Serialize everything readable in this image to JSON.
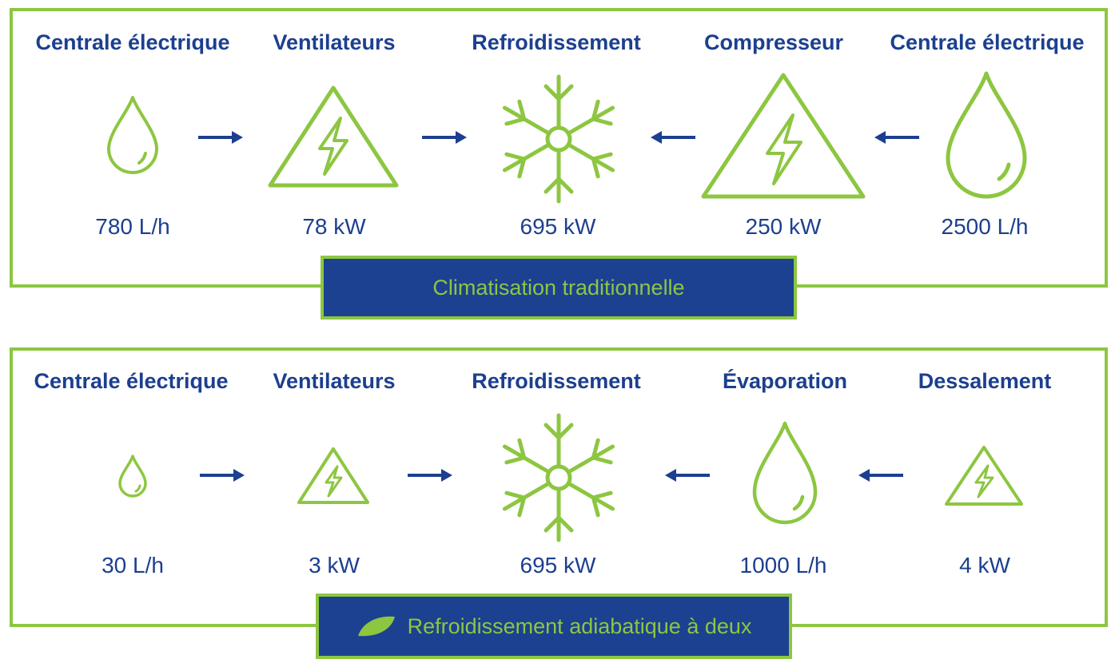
{
  "colors": {
    "green": "#8dc641",
    "blue": "#1c3f8f",
    "banner_bg": "#1c4190"
  },
  "traditional": {
    "banner": "Climatisation traditionnelle",
    "items": [
      {
        "title": "Centrale électrique",
        "value": "780 L/h",
        "icon": "water-drop-icon"
      },
      {
        "title": "Ventilateurs",
        "value": "78 kW",
        "icon": "lightning-warning-icon"
      },
      {
        "title": "Refroidissement",
        "value": "695 kW",
        "icon": "snowflake-icon"
      },
      {
        "title": "Compresseur",
        "value": "250 kW",
        "icon": "lightning-warning-icon"
      },
      {
        "title": "Centrale électrique",
        "value": "2500 L/h",
        "icon": "water-drop-icon"
      }
    ]
  },
  "adiabatic": {
    "banner": "Refroidissement adiabatique à deux",
    "banner_icon": "leaf-icon",
    "items": [
      {
        "title": "Centrale électrique",
        "value": "30 L/h",
        "icon": "water-drop-icon"
      },
      {
        "title": "Ventilateurs",
        "value": "3 kW",
        "icon": "lightning-warning-icon"
      },
      {
        "title": "Refroidissement",
        "value": "695 kW",
        "icon": "snowflake-icon"
      },
      {
        "title": "Évaporation",
        "value": "1000 L/h",
        "icon": "water-drop-icon"
      },
      {
        "title": "Dessalement",
        "value": "4 kW",
        "icon": "lightning-warning-icon"
      }
    ]
  }
}
